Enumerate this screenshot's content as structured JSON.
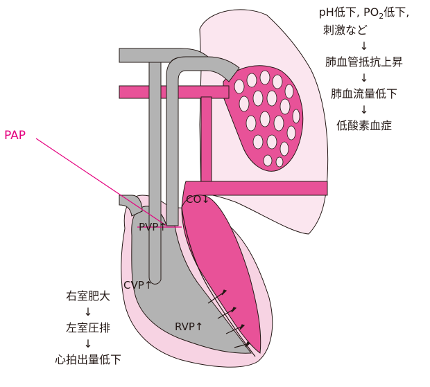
{
  "right_flow": {
    "step1_line1": "pH低下, PO",
    "step1_sub": "2",
    "step1_line1_end": "低下,",
    "step1_line2": "刺激など",
    "arrow": "↓",
    "step2": "肺血管抵抗上昇",
    "step3": "肺血流量低下",
    "step4": "低酸素血症"
  },
  "left_flow": {
    "step1": "右室肥大",
    "arrow": "↓",
    "step2": "左室圧排",
    "step3": "心拍出量低下"
  },
  "labels": {
    "pap": "PAP",
    "co": "CO",
    "pvp": "PVP",
    "cvp": "CVP",
    "rvp": "RVP",
    "up_arrow": "↑",
    "down_arrow": "↓"
  },
  "colors": {
    "pink": "#e85298",
    "light_pink": "#f7d3e3",
    "pale_pink": "#fbe6ef",
    "gray": "#b3b3b3",
    "outline": "#231815",
    "pap_line": "#e4007f"
  }
}
